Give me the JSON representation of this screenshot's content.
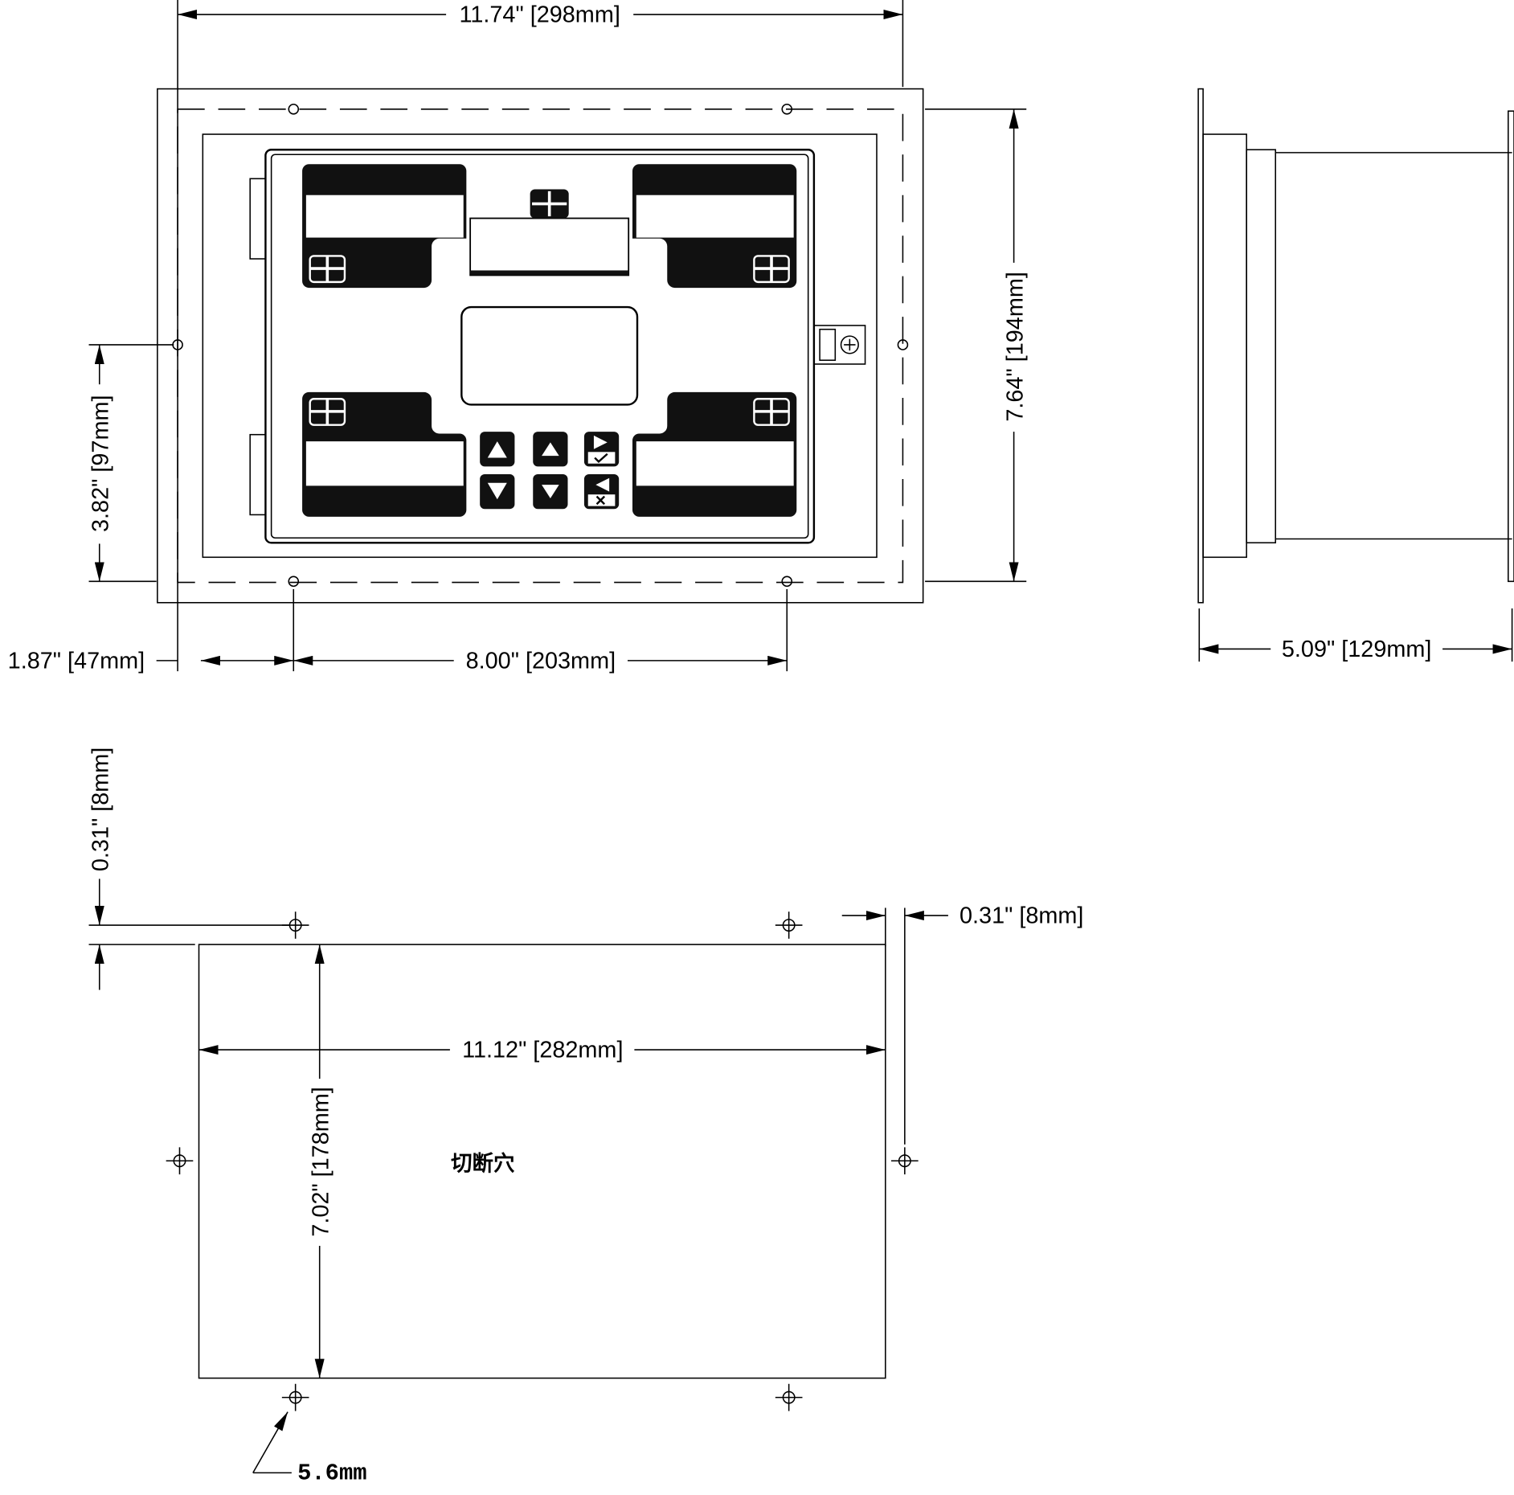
{
  "front_view": {
    "width_dim": "11.74\" [298mm]",
    "height_dim": "7.64\" [194mm]",
    "mount_hole_height_dim": "3.82\" [97mm]",
    "left_offset_dim": "1.87\" [47mm]",
    "hole_spacing_dim": "8.00\" [203mm]"
  },
  "side_view": {
    "depth_dim": "5.09\" [129mm]"
  },
  "cutout_view": {
    "top_margin_dim": "0.31\" [8mm]",
    "right_margin_dim": "0.31\" [8mm]",
    "width_dim": "11.12\" [282mm]",
    "height_dim": "7.02\" [178mm]",
    "label": "切断穴",
    "hole_diameter": "5.6mm"
  }
}
